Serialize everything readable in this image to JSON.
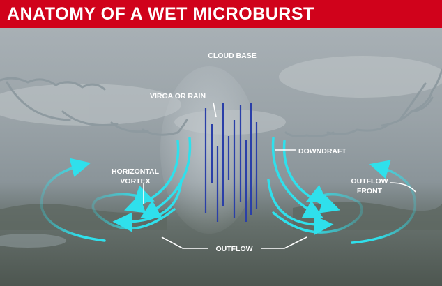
{
  "header": {
    "title": "ANATOMY OF A WET MICROBURST"
  },
  "labels": {
    "cloud_base": "CLOUD BASE",
    "virga": "VIRGA OR RAIN",
    "downdraft": "DOWNDRAFT",
    "vortex_1": "HORIZONTAL",
    "vortex_2": "VORTEX",
    "front_1": "OUTFLOW",
    "front_2": "FRONT",
    "outflow": "OUTFLOW"
  },
  "colors": {
    "title_bar": "#d0021b",
    "arrow_cyan": "#2fe0ec",
    "rain_lines": "#2a3fa8",
    "cloud_outline": "#8e9aa0"
  }
}
